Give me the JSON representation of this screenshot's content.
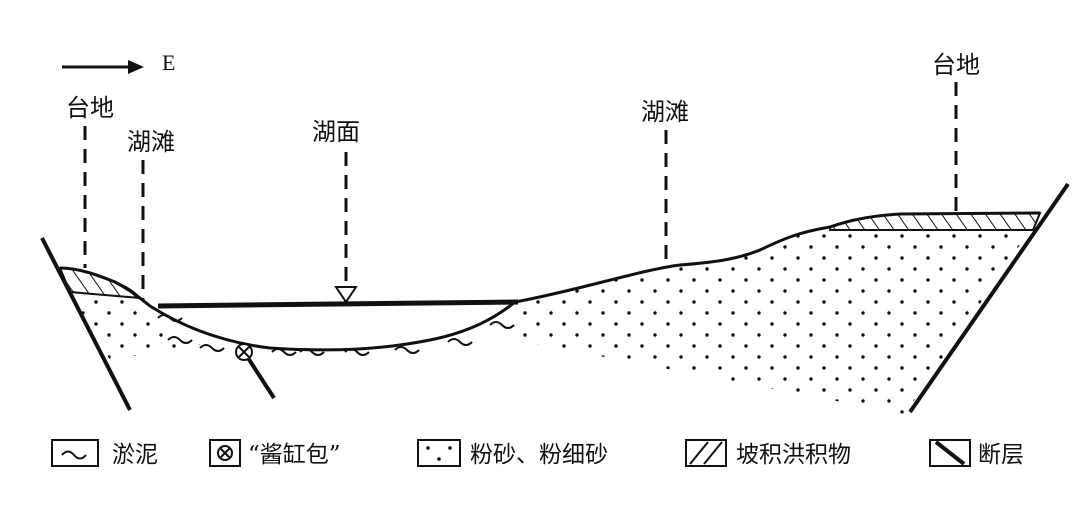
{
  "direction": {
    "label": "E"
  },
  "labels": {
    "terrace_left": "台地",
    "beach_left": "湖滩",
    "lake_surface": "湖面",
    "beach_right": "湖滩",
    "terrace_right": "台地"
  },
  "legend": {
    "silt": "淤泥",
    "jiang_gang_bao": "“酱缸包”",
    "silt_fine_sand": "粉砂、粉细砂",
    "colluvial_deposit": "坡积洪积物",
    "fault": "断层"
  }
}
